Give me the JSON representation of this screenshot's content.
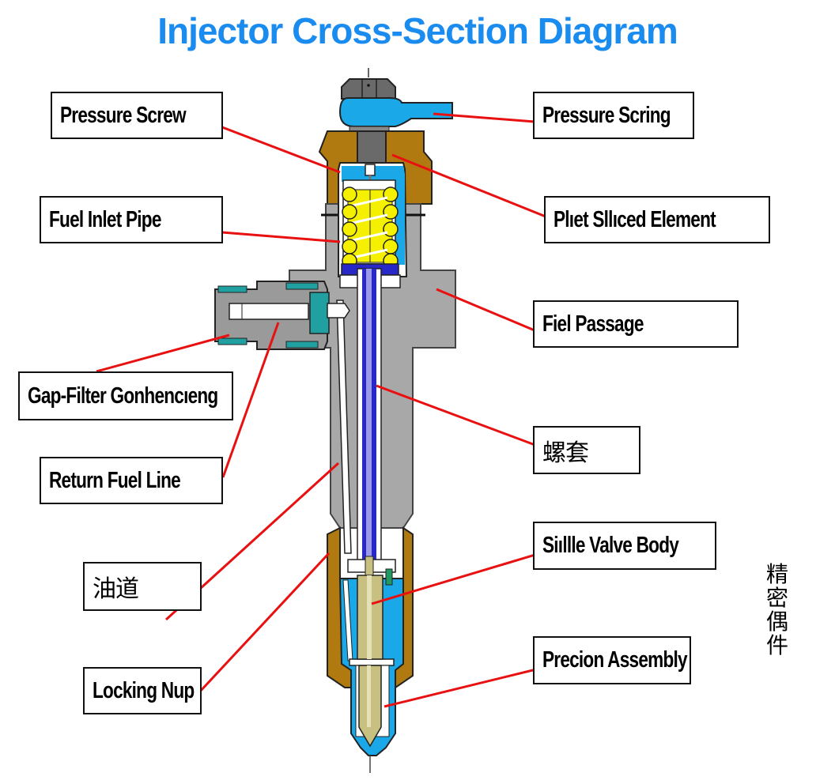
{
  "title": "Injector Cross-Section Diagram",
  "colors": {
    "title": "#1a8cf0",
    "leader_line": "#e81010",
    "body_gray": "#a8a8a8",
    "fuel_blue": "#1aa8e8",
    "nut_brown": "#b07a10",
    "spring_yellow": "#f4f000",
    "rod_blue": "#2828c8",
    "needle_olive": "#c8c080",
    "fitting_teal": "#20a0a0"
  },
  "labels_left": [
    {
      "id": "pressure-screw",
      "text": "Pressure  Screw"
    },
    {
      "id": "fuel-inlet-pipe",
      "text": "Fuel Inlet Pipe"
    },
    {
      "id": "gap-filter",
      "text": "Gap-Filter Gonhencıeng"
    },
    {
      "id": "return-fuel-line",
      "text": "Return Fuel Line"
    },
    {
      "id": "oil-passage-cn",
      "text": "油道"
    },
    {
      "id": "locking-nut",
      "text": "Locking Nup"
    }
  ],
  "labels_right": [
    {
      "id": "pressure-spring",
      "text": "Pressure  Scring"
    },
    {
      "id": "pilot-sliced-element",
      "text": "Plıet Sllıced Element"
    },
    {
      "id": "fuel-passage",
      "text": "Fiel Passage"
    },
    {
      "id": "sleeve-cn",
      "text": "螺套"
    },
    {
      "id": "spindle-valve-body",
      "text": "Siıllle Valve Body"
    },
    {
      "id": "precision-assembly",
      "text": "Precion Assembly"
    }
  ],
  "side_note": [
    "精",
    "密",
    "偶",
    "件"
  ]
}
